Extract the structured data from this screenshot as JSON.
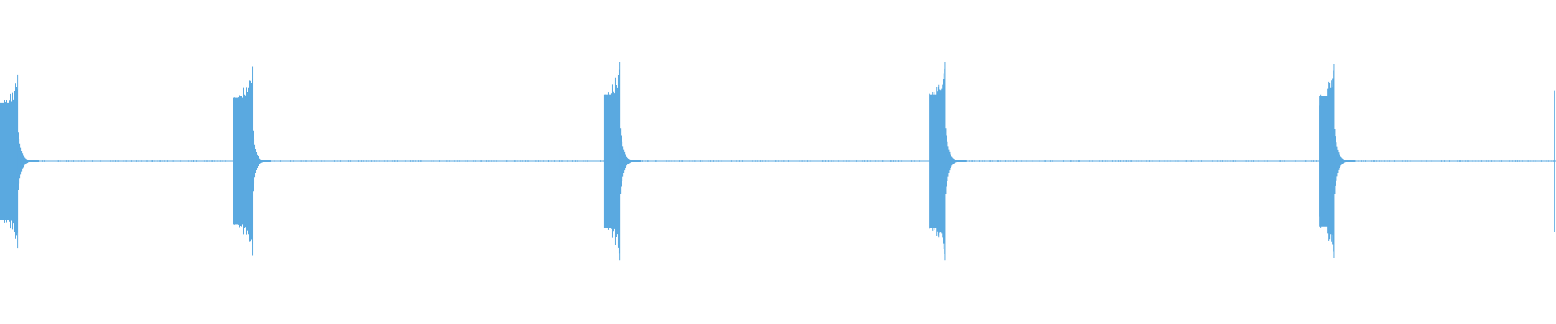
{
  "waveform": {
    "color": "#5aa9e0",
    "background": "#ffffff",
    "baseline_amplitude": 0.006,
    "bursts": [
      {
        "position": 0.0,
        "duration": 0.011,
        "peak": 0.92,
        "tail": 0.014
      },
      {
        "position": 0.15,
        "duration": 0.012,
        "peak": 1.0,
        "tail": 0.012
      },
      {
        "position": 0.388,
        "duration": 0.01,
        "peak": 1.05,
        "tail": 0.014
      },
      {
        "position": 0.597,
        "duration": 0.01,
        "peak": 1.05,
        "tail": 0.014
      },
      {
        "position": 0.848,
        "duration": 0.009,
        "peak": 1.03,
        "tail": 0.014
      }
    ],
    "end_marker": {
      "position": 0.999,
      "peak": 0.78
    }
  }
}
